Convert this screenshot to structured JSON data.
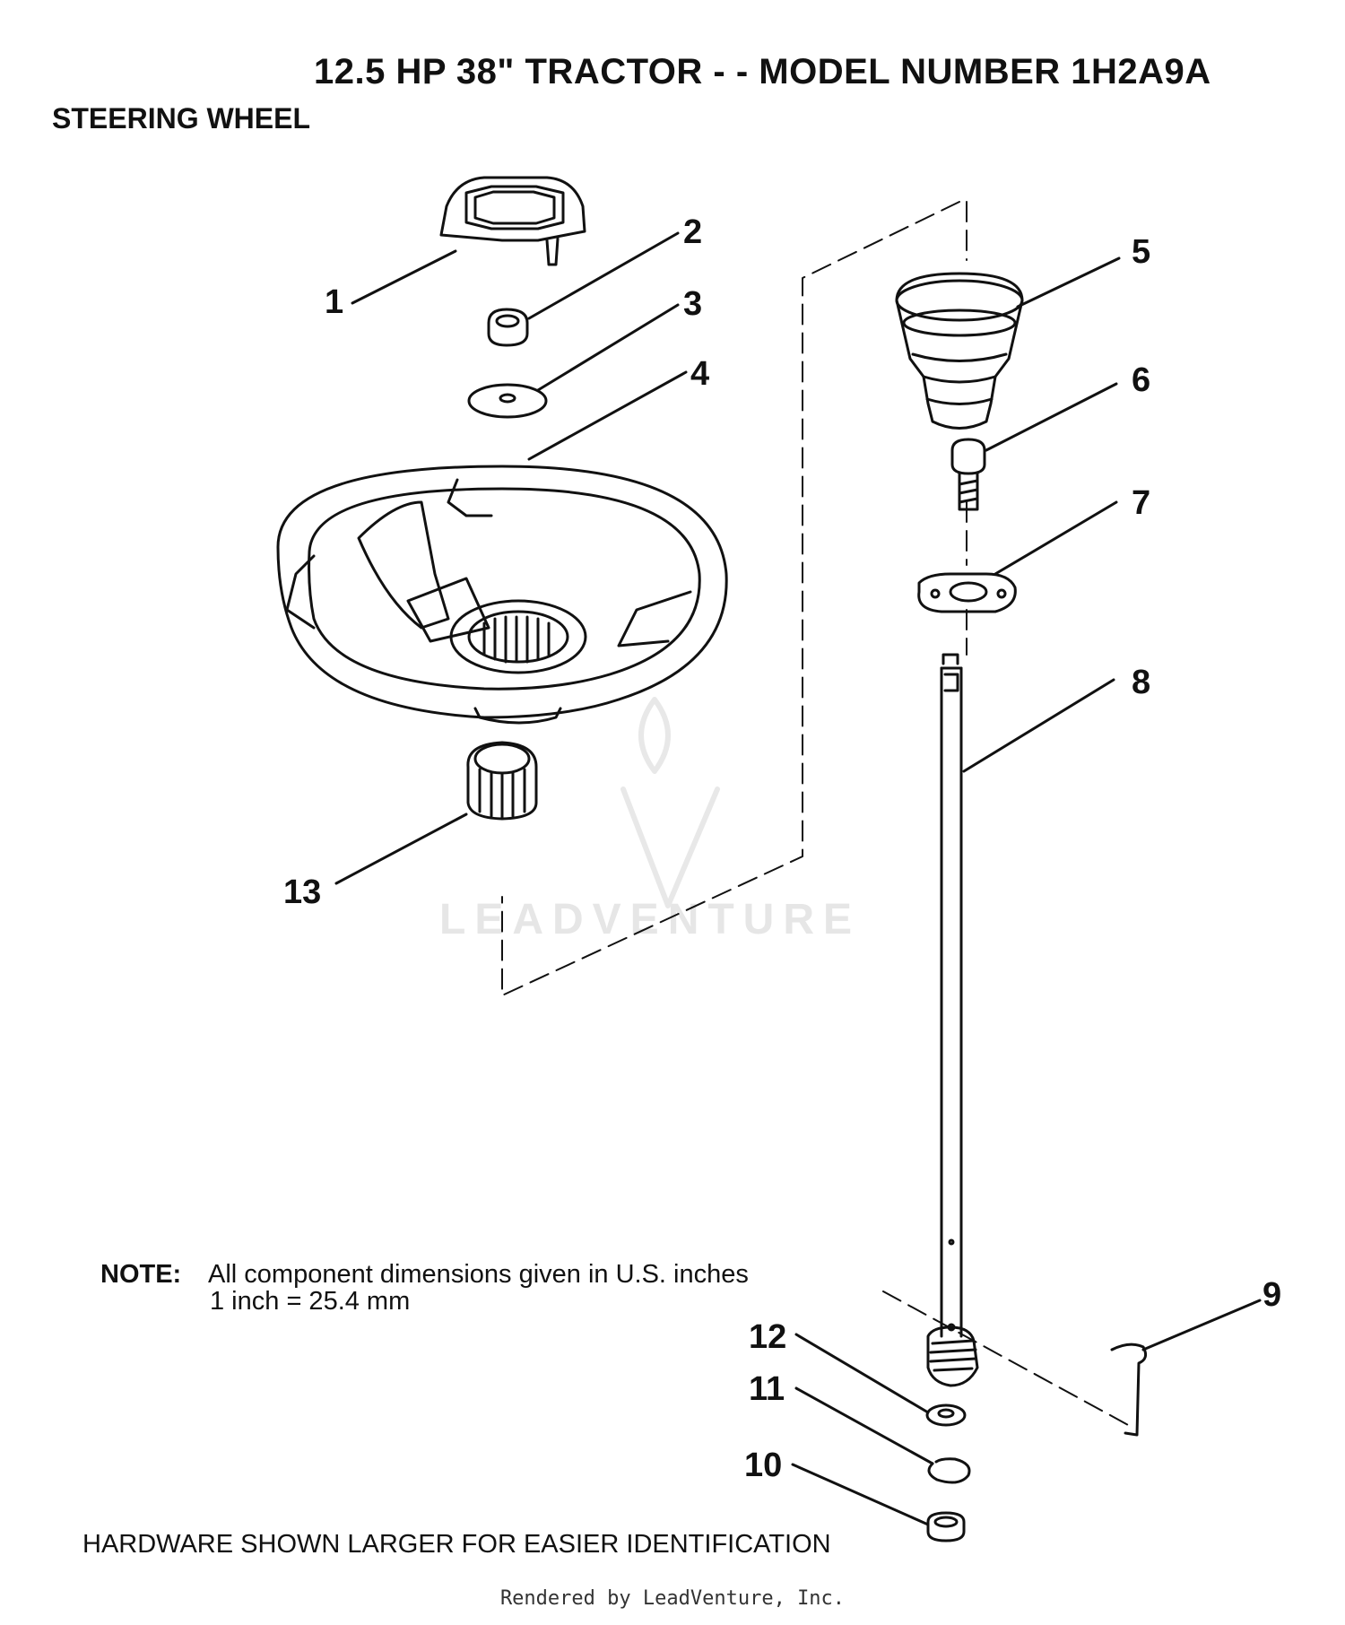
{
  "header": {
    "title": "12.5 HP 38\" TRACTOR - - MODEL NUMBER 1H2A9A",
    "section": "STEERING WHEEL"
  },
  "callouts": [
    "1",
    "2",
    "3",
    "4",
    "5",
    "6",
    "7",
    "8",
    "9",
    "10",
    "11",
    "12",
    "13"
  ],
  "note": {
    "label": "NOTE:",
    "line1": "All component dimensions given in U.S. inches",
    "line2": "1 inch = 25.4 mm"
  },
  "hardware_note": "HARDWARE SHOWN LARGER FOR EASIER IDENTIFICATION",
  "watermark": "LEADVENTURE",
  "footer": "Rendered by LeadVenture, Inc."
}
